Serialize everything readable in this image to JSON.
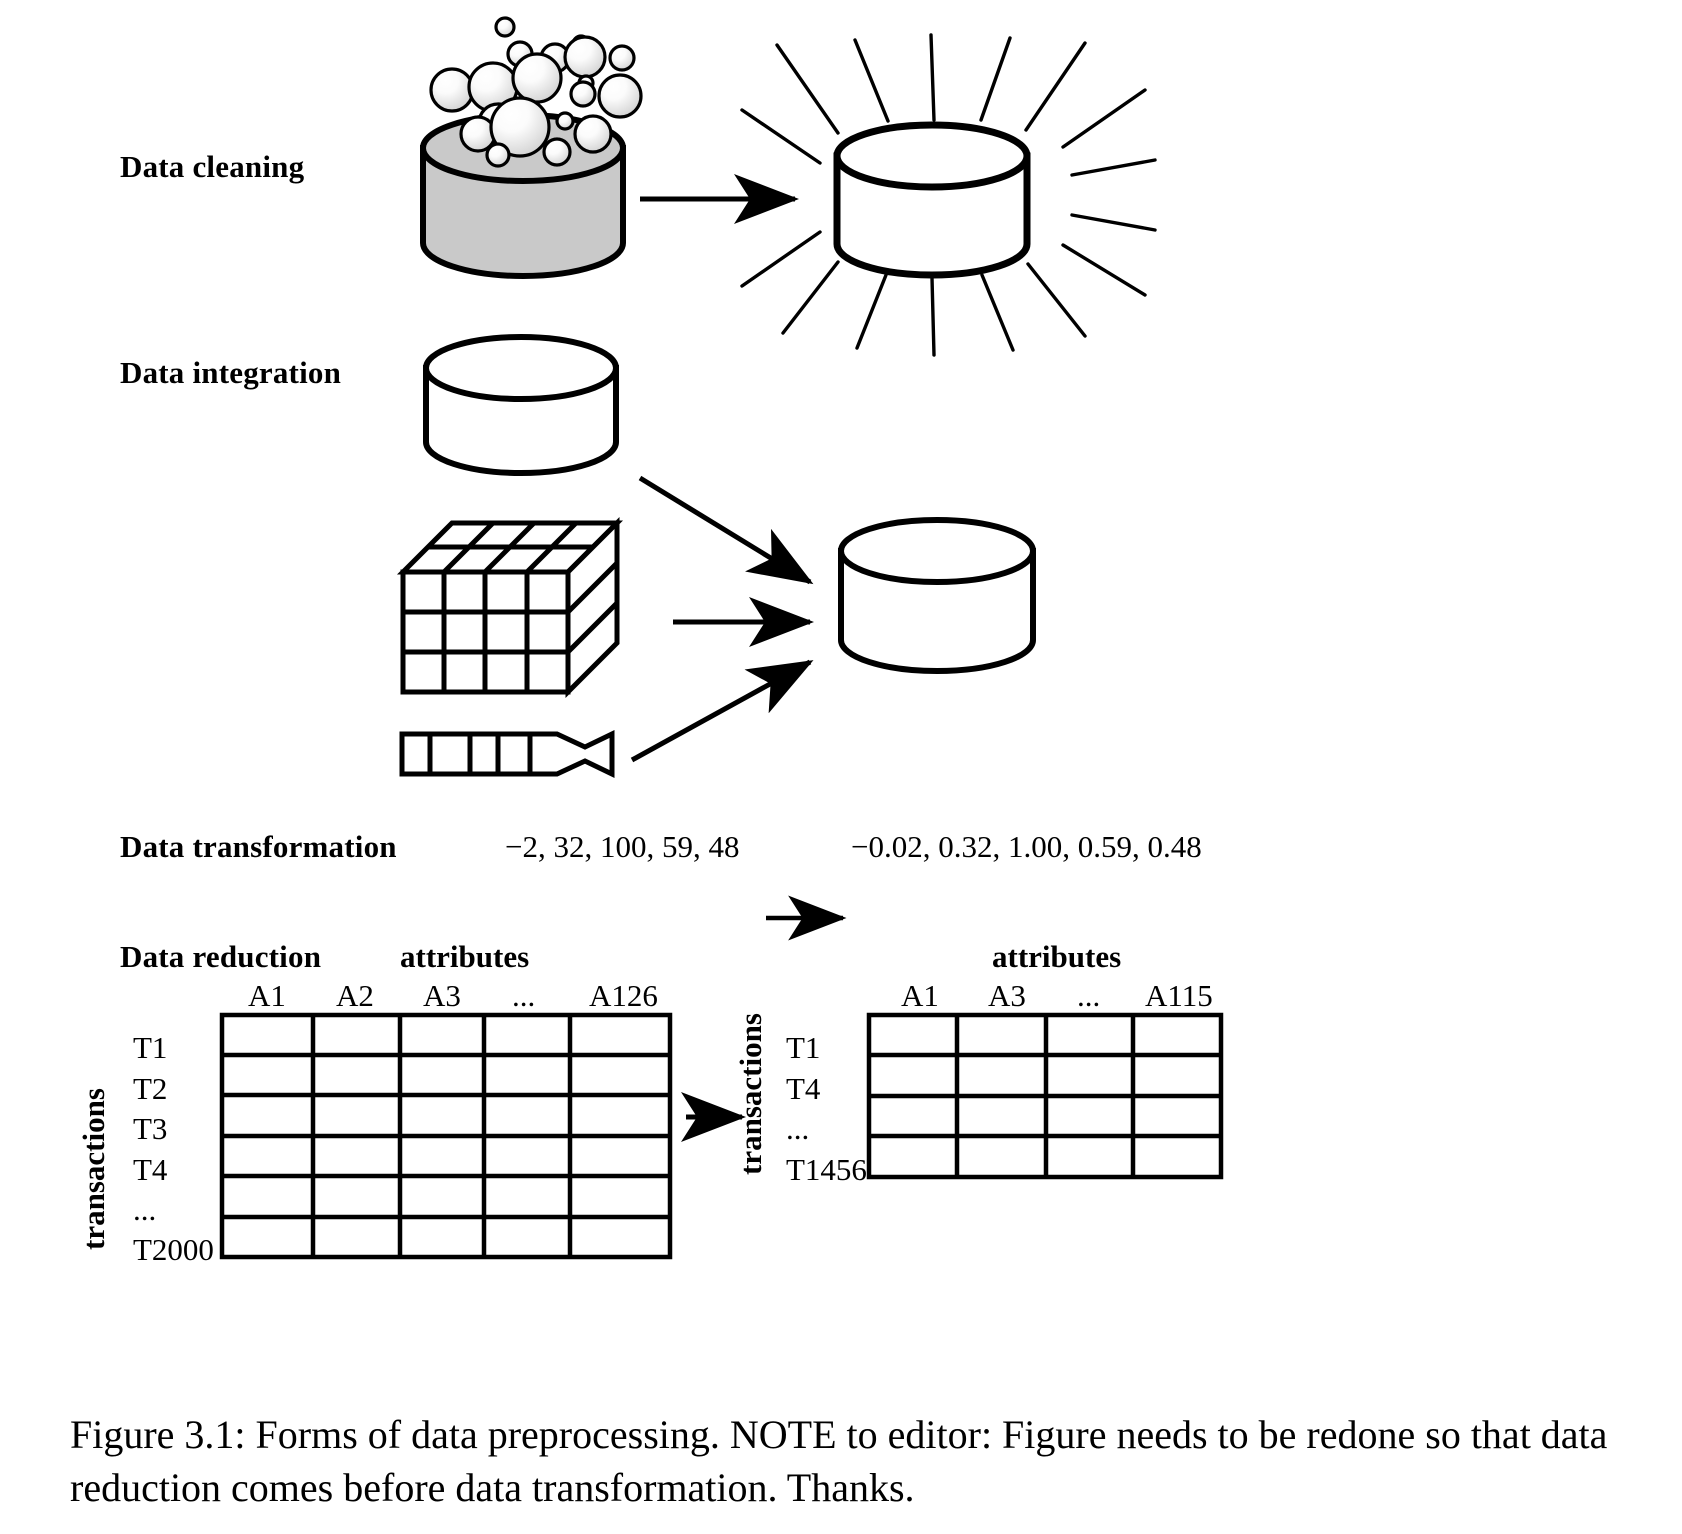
{
  "figure": {
    "title_caption": "Figure 3.1: Forms of data preprocessing. NOTE to editor: Figure needs to be redone so that data reduction comes before data transformation. Thanks.",
    "stages": [
      {
        "id": "data-cleaning",
        "label": "Data cleaning"
      },
      {
        "id": "data-integration",
        "label": "Data integration"
      },
      {
        "id": "data-transformation",
        "label": "Data transformation"
      },
      {
        "id": "data-reduction",
        "label": "Data reduction"
      }
    ],
    "transformation": {
      "before": "−2, 32, 100, 59, 48",
      "arrow": "⟶",
      "after": "−0.02, 0.32, 1.00, 0.59, 0.48"
    },
    "reduction": {
      "source_table": {
        "axis_label_columns": "attributes",
        "axis_label_rows": "transactions",
        "column_headers": [
          "A1",
          "A2",
          "A3",
          "...",
          "A126"
        ],
        "row_headers": [
          "T1",
          "T2",
          "T3",
          "T4",
          "...",
          "T2000"
        ]
      },
      "result_table": {
        "axis_label_columns": "attributes",
        "axis_label_rows": "transactions",
        "column_headers": [
          "A1",
          "A3",
          "...",
          "A115"
        ],
        "row_headers": [
          "T1",
          "T4",
          "...",
          "T1456"
        ]
      }
    },
    "colors": {
      "ink": "#000000",
      "paper": "#ffffff",
      "dirty_db_fill": "#c9c9c9",
      "clean_db_fill": "#ffffff",
      "bubble_highlight": "#ffffff",
      "bubble_shade": "#d8d8d8"
    },
    "icons": {
      "dirty_database": "dirty-database-icon",
      "clean_database": "sparkling-database-icon",
      "plain_database": "database-icon",
      "data_cube": "data-cube-icon",
      "flat_file": "flat-file-icon",
      "arrow": "arrow-right-icon"
    }
  }
}
